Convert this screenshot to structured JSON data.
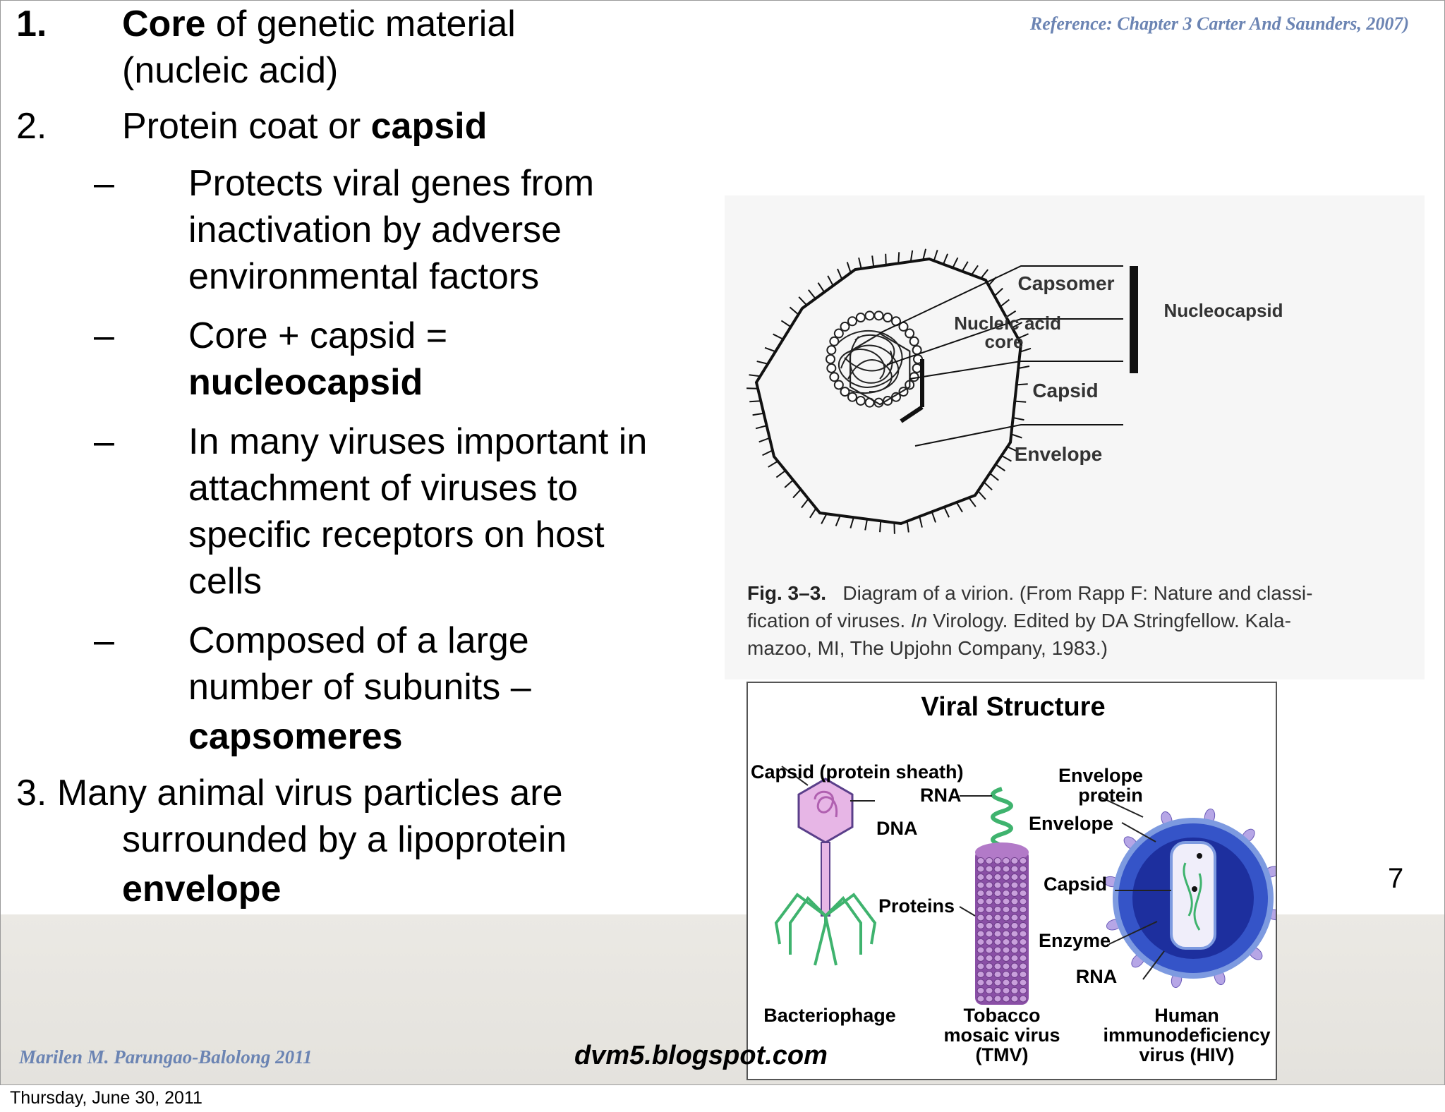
{
  "reference": "Reference: Chapter 3 Carter And Saunders, 2007)",
  "items": {
    "n1": "1.",
    "i1_bold": "Core",
    "i1_rest": " of genetic material",
    "i1_line2": "(nucleic acid)",
    "n2": "2.",
    "i2_text": "Protein coat or ",
    "i2_bold": "capsid",
    "dash": "–",
    "s1_l1": "Protects viral genes from",
    "s1_l2": "inactivation by adverse",
    "s1_l3": "environmental factors",
    "s2_l1": "Core + capsid =",
    "s2_l2": "nucleocapsid",
    "s3_l1": "In many viruses important in",
    "s3_l2": "attachment of viruses to",
    "s3_l3": "specific receptors on host",
    "s3_l4": "cells",
    "s4_l1": "Composed of a large",
    "s4_l2": "number of subunits –",
    "s4_l3": "capsomeres",
    "i3_l1": "3. Many animal virus particles are",
    "i3_l2": "surrounded by a lipoprotein",
    "i3_l3": "envelope"
  },
  "figure1": {
    "labels": {
      "capsomer": "Capsomer",
      "nucleic_acid": "Nucleic acid",
      "core": "core",
      "nucleocapsid": "Nucleocapsid",
      "capsid": "Capsid",
      "envelope": "Envelope"
    },
    "caption_fig": "Fig. 3–3.",
    "caption_l1": "Diagram of a virion. (From Rapp F: Nature and classi-",
    "caption_l2a": "fication of viruses. ",
    "caption_l2b": "In",
    "caption_l2c": " Virology. Edited by DA Stringfellow. Kala-",
    "caption_l3": "mazoo, MI, The Upjohn Company, 1983.)"
  },
  "figure2": {
    "title": "Viral Structure",
    "labels": {
      "capsid_sheath": "Capsid (protein sheath)",
      "rna_top": "RNA",
      "dna": "DNA",
      "env_protein_1": "Envelope",
      "env_protein_2": "protein",
      "envelope": "Envelope",
      "capsid": "Capsid",
      "proteins": "Proteins",
      "enzyme": "Enzyme",
      "rna_bottom": "RNA"
    },
    "names": {
      "phage": "Bacteriophage",
      "tmv_1": "Tobacco",
      "tmv_2": "mosaic virus",
      "tmv_3": "(TMV)",
      "hiv_1": "Human",
      "hiv_2": "immunodeficiency",
      "hiv_3": "virus (HIV)"
    }
  },
  "page_number": "7",
  "author": "Marilen M. Parungao-Balolong  2011",
  "blog": "dvm5.blogspot.com",
  "date": "Thursday, June 30, 2011",
  "colors": {
    "accent_text": "#6b84b3",
    "footer_band": "#e7e5e0",
    "hiv_blue": "#2a46b8",
    "phage_pink": "#e7b6e6",
    "tmv_purple": "#8a4fa6",
    "leg_green": "#3fb36e"
  }
}
